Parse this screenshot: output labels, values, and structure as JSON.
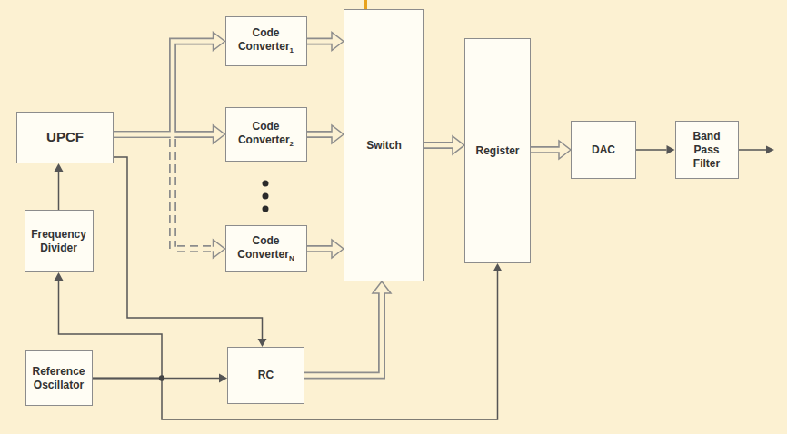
{
  "diagram": {
    "nodes": [
      {
        "text": [
          "UPCF"
        ]
      },
      {
        "text": [
          "Frequency Divider"
        ]
      },
      {
        "text": [
          "Reference Oscillator"
        ]
      },
      {
        "text": [
          "Code Converter",
          "1"
        ]
      },
      {
        "text": [
          "Code Converter",
          "2"
        ]
      },
      {
        "text": [
          "Code Converter",
          "N"
        ]
      },
      {
        "text": [
          "RC"
        ]
      },
      {
        "text": [
          "Switch"
        ]
      },
      {
        "text": [
          "Register"
        ]
      },
      {
        "text": [
          "DAC"
        ]
      },
      {
        "text": [
          "Band Pass Filter"
        ]
      }
    ],
    "edges": [
      {
        "from": 0,
        "to": 3,
        "arrow": "to"
      },
      {
        "from": 0,
        "to": 4,
        "arrow": "to"
      },
      {
        "from": 0,
        "to": 5,
        "arrow": "to"
      },
      {
        "from": 0,
        "to": 6,
        "arrow": "to"
      },
      {
        "from": 1,
        "to": 0,
        "arrow": "to"
      },
      {
        "from": 2,
        "to": 1,
        "arrow": "to"
      },
      {
        "from": 2,
        "to": 6,
        "arrow": "to"
      },
      {
        "from": 2,
        "to": 8,
        "arrow": "to"
      },
      {
        "from": 3,
        "to": 7,
        "arrow": "to"
      },
      {
        "from": 4,
        "to": 7,
        "arrow": "to"
      },
      {
        "from": 5,
        "to": 7,
        "arrow": "to"
      },
      {
        "from": 6,
        "to": 7,
        "arrow": "to"
      },
      {
        "from": 7,
        "to": 8,
        "arrow": "to"
      },
      {
        "from": 8,
        "to": 9,
        "arrow": "to"
      },
      {
        "from": 9,
        "to": 10,
        "arrow": "to"
      }
    ]
  }
}
